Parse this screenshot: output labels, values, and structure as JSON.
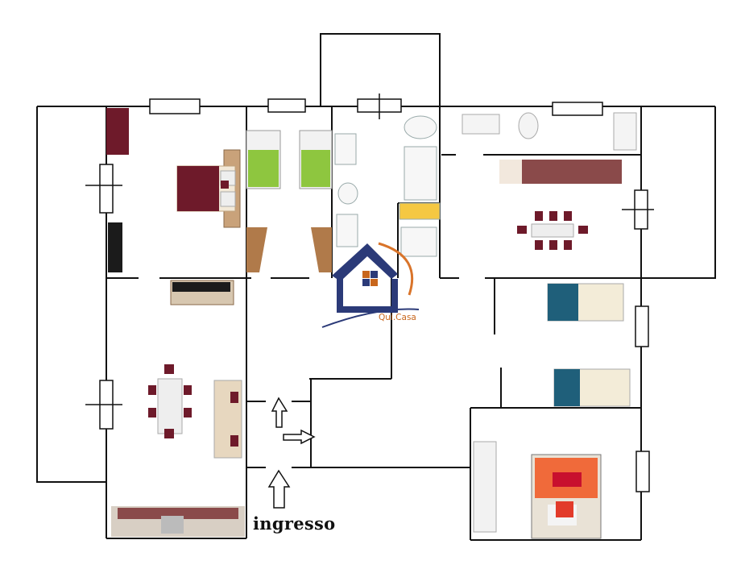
{
  "floorplan": {
    "entrance_label": "ingresso",
    "logo_text": "Qui.Casa",
    "colors": {
      "wall": "#111111",
      "bed_maroon": "#6e1a2a",
      "bed_green": "#8ec63f",
      "bed_teal": "#1f5f7a",
      "wood": "#b07a4a",
      "logo_navy": "#2b3a78",
      "logo_orange": "#d9742a"
    },
    "rooms": [
      "master-bedroom",
      "twin-bedroom",
      "bathroom",
      "kitchen-dining",
      "single-bedroom-1",
      "single-bedroom-2",
      "double-bedroom",
      "living-room",
      "hallway"
    ]
  }
}
